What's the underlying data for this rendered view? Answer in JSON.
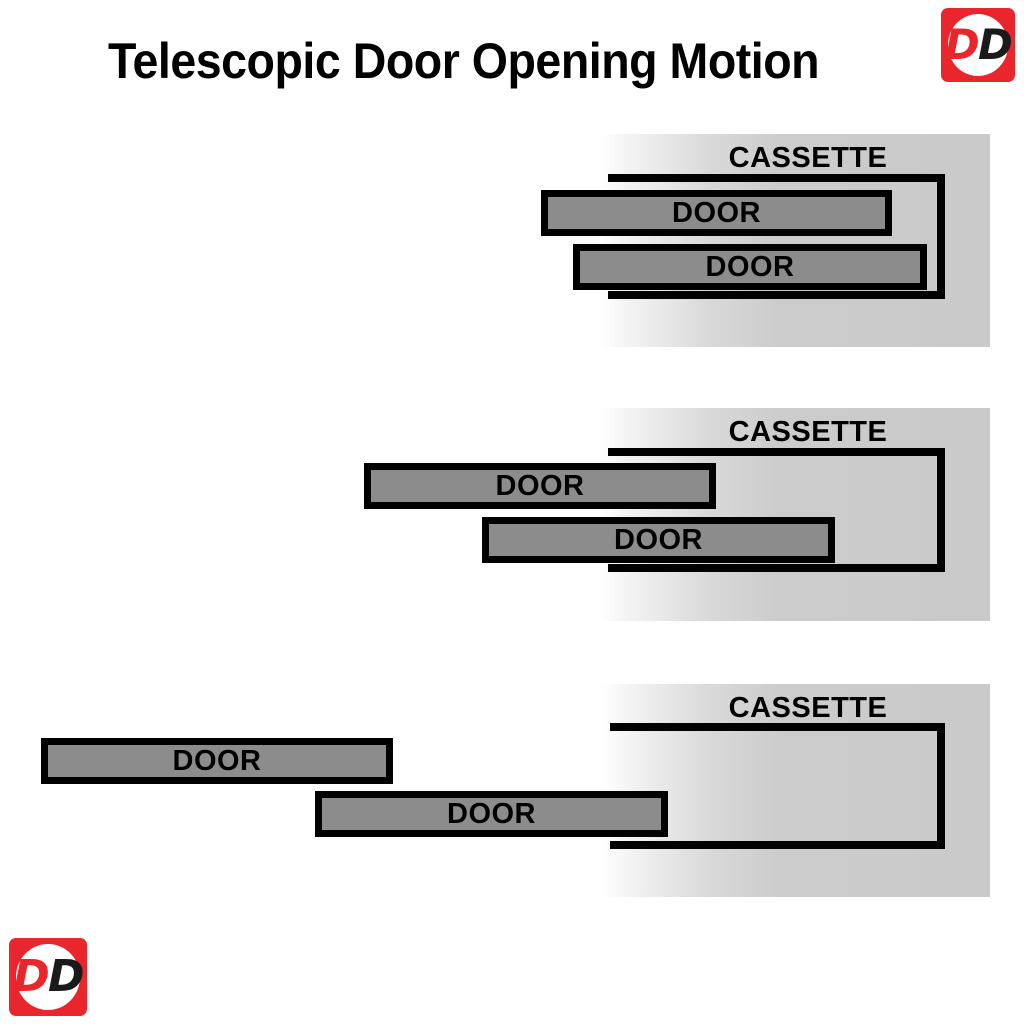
{
  "title": "Telescopic Door Opening Motion",
  "logo": {
    "name": "DD",
    "letter_first": "D",
    "letter_second": "D",
    "background_color": "#e8262c",
    "oval_color": "#ffffff",
    "first_letter_color": "#e8262c",
    "second_letter_color": "#1a1a1a"
  },
  "colors": {
    "door_fill": "#8c8c8c",
    "outline": "#000000",
    "band_gray": "#cacaca",
    "page_background": "#ffffff"
  },
  "diagram": {
    "type": "telescopic-door-motion-sequence",
    "panel_count": 3,
    "panels": [
      {
        "stage": "closed",
        "cassette_label": "CASSETTE",
        "doors": [
          {
            "label": "DOOR",
            "position": "upper-leaf"
          },
          {
            "label": "DOOR",
            "position": "lower-leaf"
          }
        ]
      },
      {
        "stage": "partially-open",
        "cassette_label": "CASSETTE",
        "doors": [
          {
            "label": "DOOR",
            "position": "upper-leaf"
          },
          {
            "label": "DOOR",
            "position": "lower-leaf"
          }
        ]
      },
      {
        "stage": "fully-open",
        "cassette_label": "CASSETTE",
        "doors": [
          {
            "label": "DOOR",
            "position": "upper-leaf"
          },
          {
            "label": "DOOR",
            "position": "lower-leaf"
          }
        ]
      }
    ]
  }
}
